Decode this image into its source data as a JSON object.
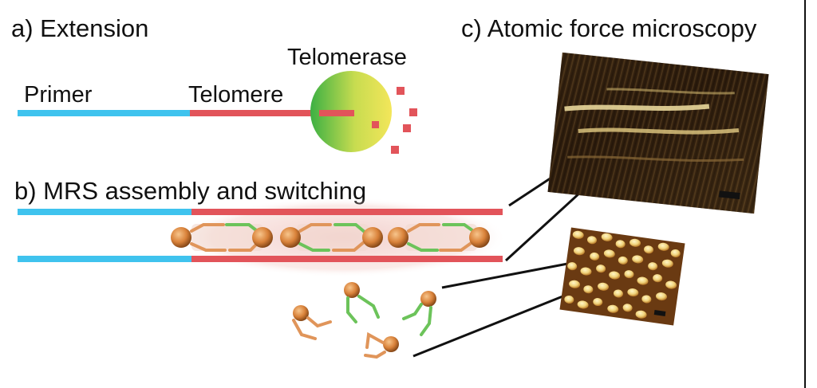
{
  "labels": {
    "a_extension": "a) Extension",
    "c_afm": "c) Atomic force microscopy",
    "telomerase": "Telomerase",
    "primer": "Primer",
    "telomere": "Telomere",
    "b_mrs": "b) MRS assembly and switching"
  },
  "colors": {
    "primer_strand": "#3fc3ee",
    "telomere_strand": "#e2545a",
    "telomerase_green": "#3cb043",
    "telomerase_yellow": "#f3e65a",
    "nanoparticle": "#d9823a",
    "linker_orange": "#e0955a",
    "linker_green": "#6cc35a",
    "afm_dark": "#2a1a0c",
    "afm_light": "#e8d79a"
  }
}
